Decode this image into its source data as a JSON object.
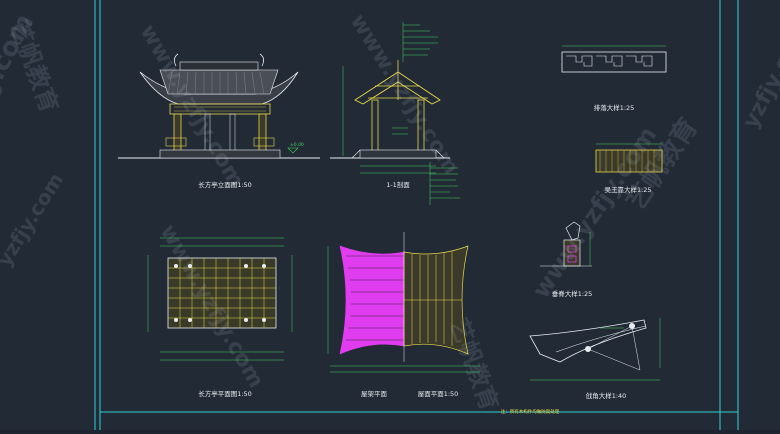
{
  "drawings": {
    "elevation": "长方亭立面图1:50",
    "section": "1-1剖面",
    "plan": "长方亭平面图1:50",
    "roof_frame": "屋架平面",
    "roof_plan": "屋面平面1:50",
    "railing": "排落大样1:25",
    "bench": "吴王靠大样1:25",
    "ridge": "垂脊大样1:25",
    "corner": "戗角大样1:40"
  },
  "note": "注：所有木构件均做防腐处理",
  "watermarks": {
    "domain": "www.yzfjy.com",
    "domain_mid": "yzfjy.com",
    "brand": "艺帆教育"
  },
  "colors": {
    "background": "#222a35",
    "frame": "#2fd3d8",
    "roof_magenta": "#e23cf0",
    "timber_yellow": "#e8d84a",
    "dimension_green": "#3fd35a",
    "line_white": "#e9edf2"
  }
}
